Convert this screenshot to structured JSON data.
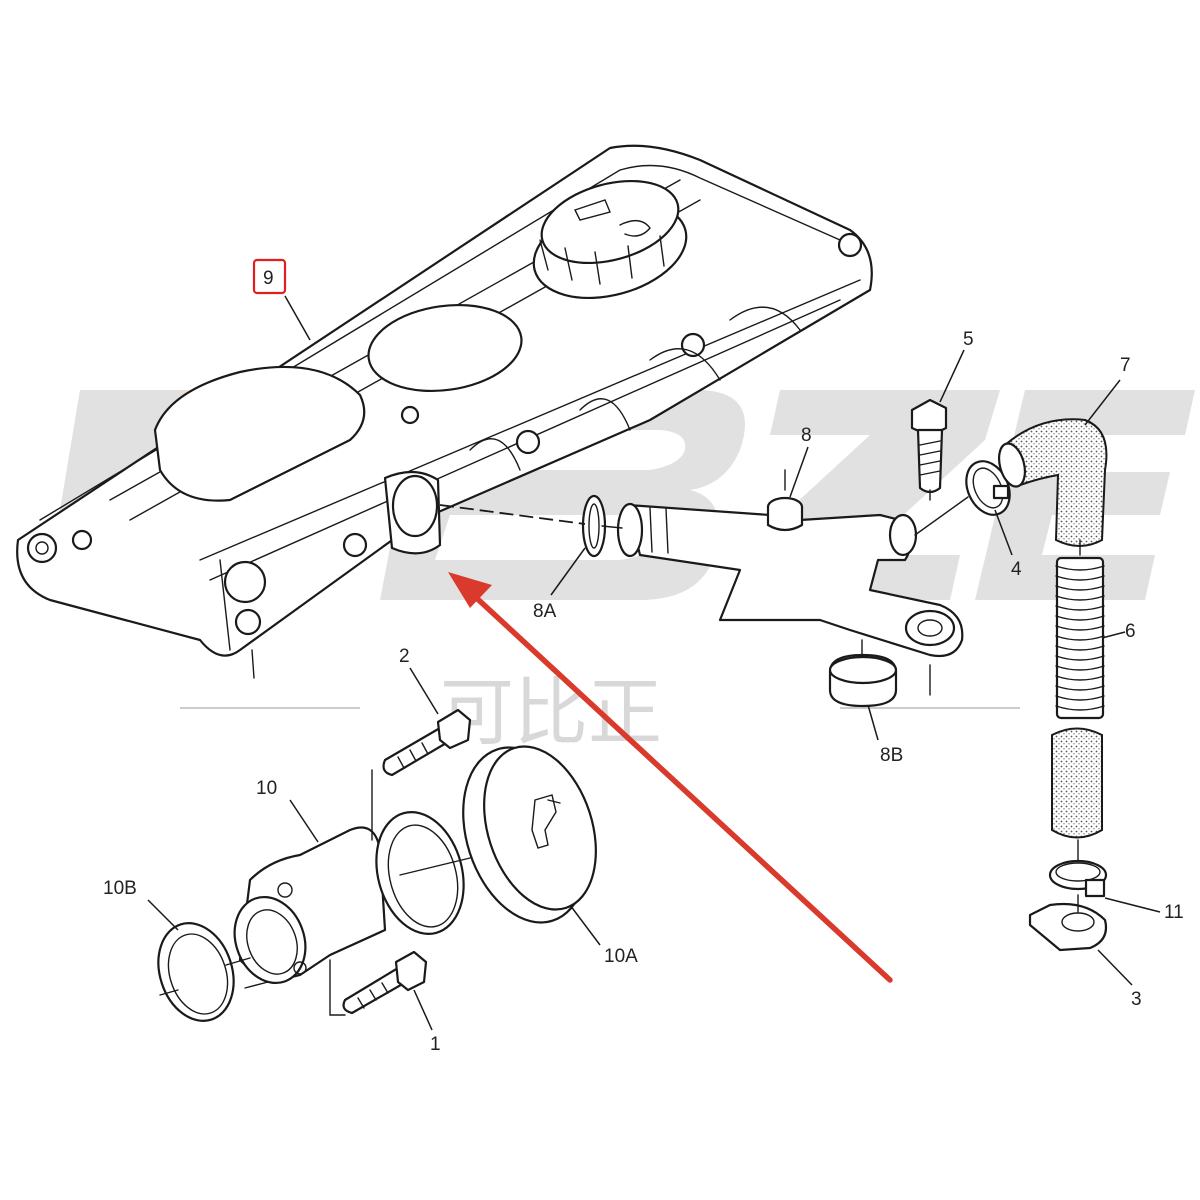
{
  "watermark": {
    "logo_text": "KBZE",
    "chinese_text": "可比正",
    "logo_color": "#c9c9c9",
    "accent_color": "#f5c48f"
  },
  "highlight": {
    "box_color": "#e02020",
    "arrow_color": "#d93a2b"
  },
  "callouts": {
    "c1": "1",
    "c2": "2",
    "c3": "3",
    "c4": "4",
    "c5": "5",
    "c6": "6",
    "c7": "7",
    "c8": "8",
    "c8a": "8A",
    "c8b": "8B",
    "c9": "9",
    "c10": "10",
    "c10a": "10A",
    "c10b": "10B",
    "c11": "11"
  }
}
